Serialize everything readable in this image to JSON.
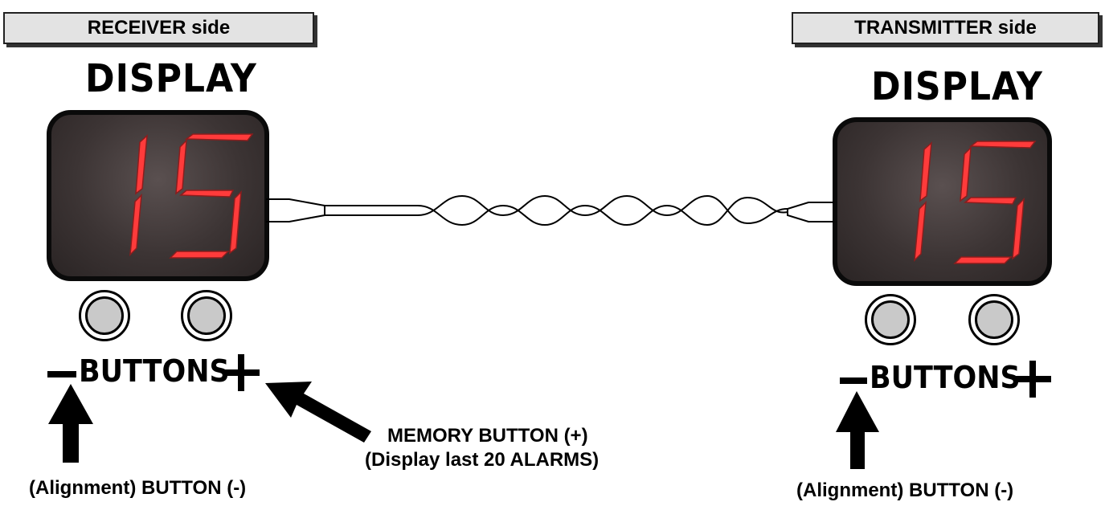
{
  "receiver": {
    "side_label": "RECEIVER side",
    "display_title": "DISPLAY",
    "display_value": "15",
    "buttons_title": "BUTTONS",
    "minus_caption": "(Alignment) BUTTON (-)",
    "memory_caption_line1": "MEMORY BUTTON (+)",
    "memory_caption_line2": "(Display last 20 ALARMS)"
  },
  "transmitter": {
    "side_label": "TRANSMITTER side",
    "display_title": "DISPLAY",
    "display_value": "15",
    "buttons_title": "BUTTONS",
    "minus_caption": "(Alignment) BUTTON (-)"
  },
  "colors": {
    "segment_on": "#ff3b3b",
    "panel_bg": "#3c3434",
    "label_bg": "#e3e3e3",
    "button_fill": "#c9c9c9"
  }
}
